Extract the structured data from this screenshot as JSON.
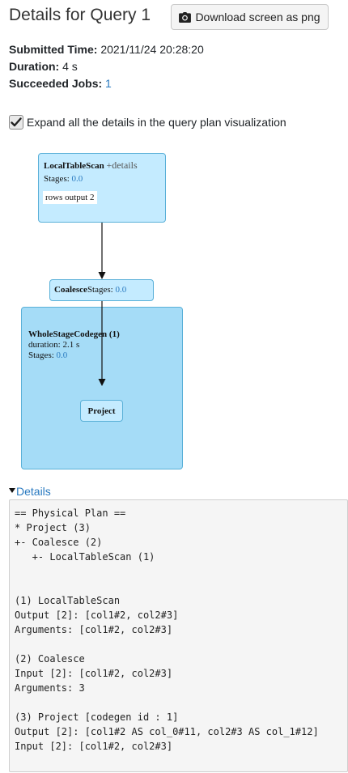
{
  "header": {
    "title": "Details for Query 1",
    "download_label": "Download screen as png",
    "download_icon": "camera-icon"
  },
  "summary": {
    "submitted_label": "Submitted Time:",
    "submitted_value": "2021/11/24 20:28:20",
    "duration_label": "Duration:",
    "duration_value": "4 s",
    "jobs_label": "Succeeded Jobs:",
    "jobs_value": "1"
  },
  "expand_option": {
    "checked": true,
    "label": "Expand all the details in the query plan visualization"
  },
  "plan_graph": {
    "local_table_scan": {
      "name": "LocalTableScan",
      "details_link": "+details",
      "stages_label": "Stages:",
      "stages_value": "0.0",
      "metric_label": "rows output",
      "metric_value": "2"
    },
    "coalesce": {
      "name": "Coalesce",
      "stages_label": "Stages:",
      "stages_value": "0.0"
    },
    "whole_stage_codegen": {
      "name": "WholeStageCodegen (1)",
      "duration": "duration: 2.1 s",
      "stages_label": "Stages:",
      "stages_value": "0.0"
    },
    "project": {
      "name": "Project"
    }
  },
  "details": {
    "toggle_label": "Details",
    "plan_text": "== Physical Plan ==\n* Project (3)\n+- Coalesce (2)\n   +- LocalTableScan (1)\n\n\n(1) LocalTableScan\nOutput [2]: [col1#2, col2#3]\nArguments: [col1#2, col2#3]\n\n(2) Coalesce\nInput [2]: [col1#2, col2#3]\nArguments: 3\n\n(3) Project [codegen id : 1]\nOutput [2]: [col1#2 AS col_0#11, col2#3 AS col_1#12]\nInput [2]: [col1#2, col2#3]"
  },
  "colors": {
    "link": "#2a7ac0",
    "node_fill": "#c4ebff",
    "cluster_fill": "#a5dcf7",
    "node_border": "#5ab0d8"
  }
}
